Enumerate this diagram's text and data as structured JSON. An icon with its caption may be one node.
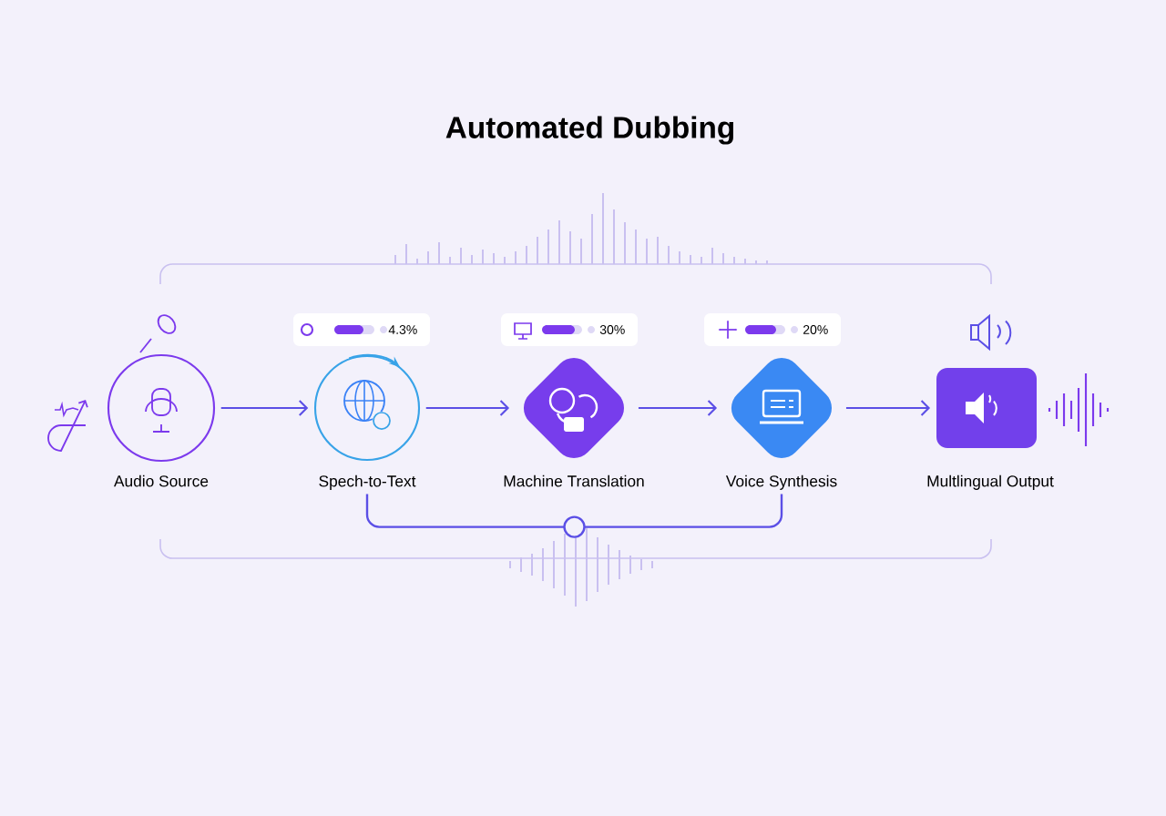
{
  "diagram": {
    "title": "Automated Dubbing",
    "nodes": [
      {
        "text": [
          "Audio Source"
        ]
      },
      {
        "text": [
          "Spech-to-Text"
        ]
      },
      {
        "text": [
          "Machine Translation"
        ]
      },
      {
        "text": [
          "Voice Synthesis"
        ]
      },
      {
        "text": [
          "Multlingual Output"
        ]
      },
      {
        "text": [
          "4.3%"
        ]
      },
      {
        "text": [
          "30%"
        ]
      },
      {
        "text": [
          "20%"
        ]
      }
    ],
    "edges": [
      {
        "from": 0,
        "to": 1,
        "arrow": "to"
      },
      {
        "from": 1,
        "to": 2,
        "arrow": "to"
      },
      {
        "from": 2,
        "to": 3,
        "arrow": "to"
      },
      {
        "from": 3,
        "to": 4,
        "arrow": "to"
      },
      {
        "from": 1,
        "to": 3,
        "arrow": "none"
      }
    ]
  }
}
